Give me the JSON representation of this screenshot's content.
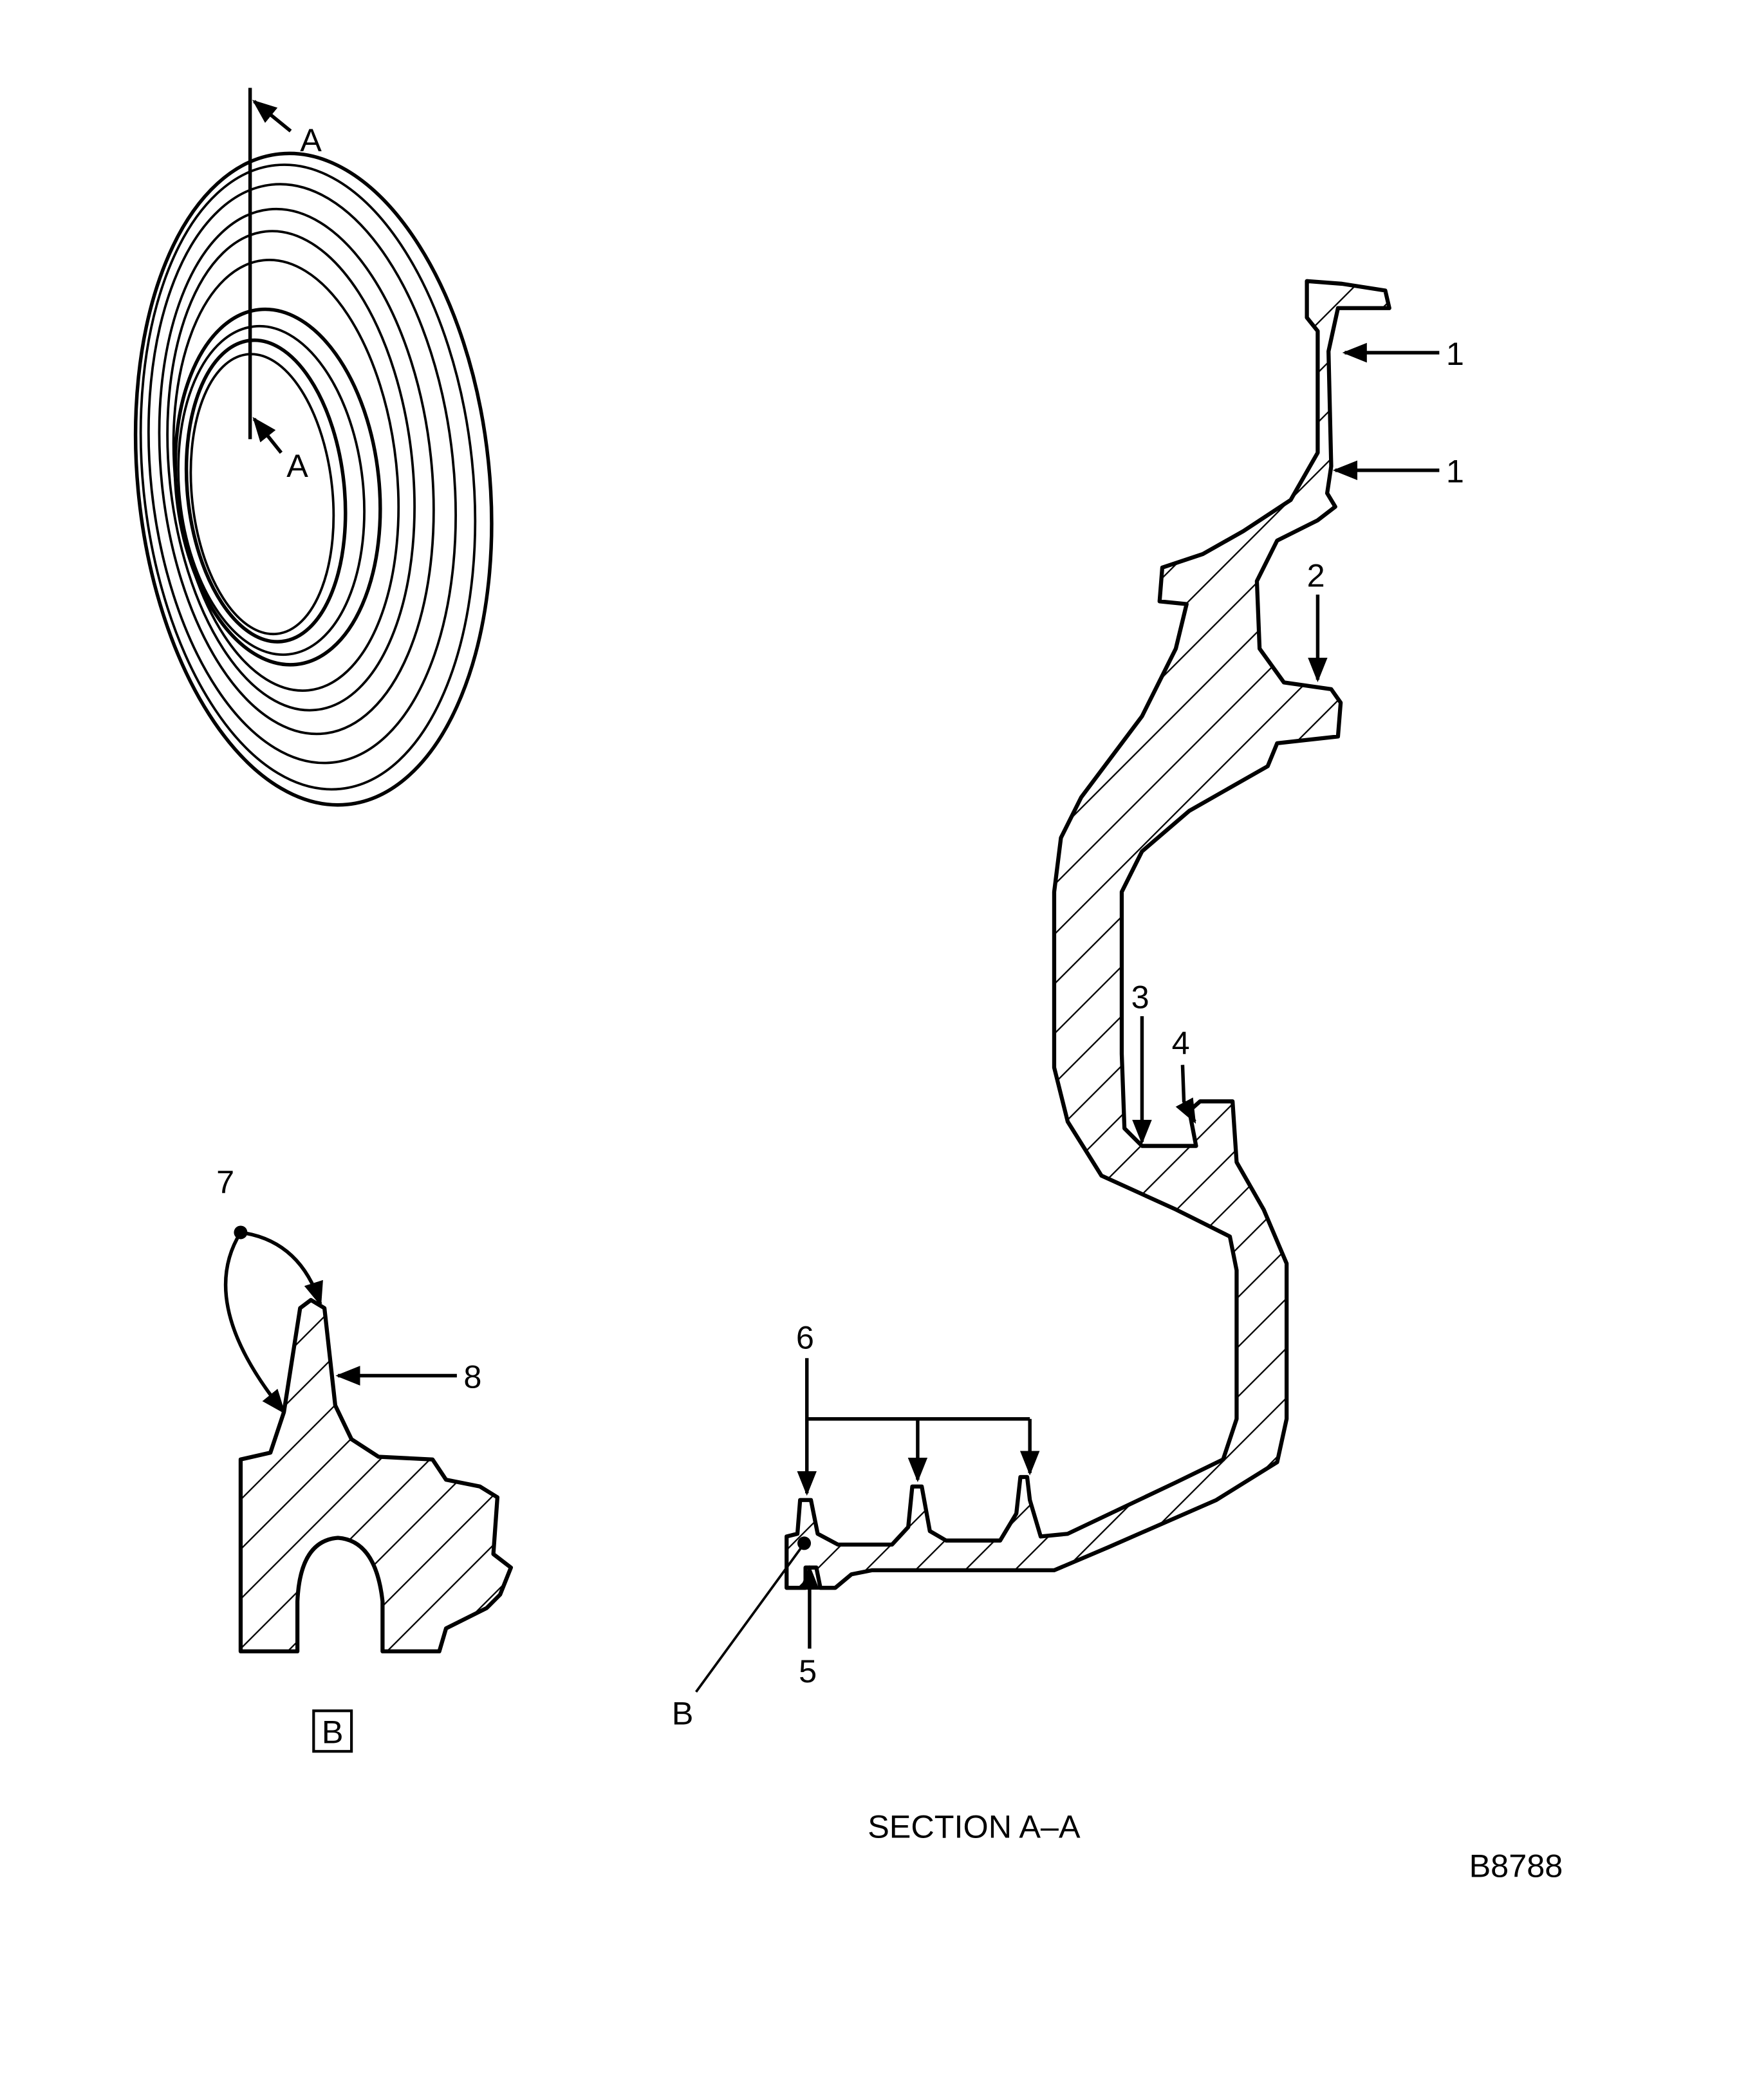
{
  "figure": {
    "id_code": "B8788",
    "section_title": "SECTION A–A",
    "section_marker": "A",
    "detail_label": "B",
    "detail_box_label": "B",
    "callouts": {
      "c1a": "1",
      "c1b": "1",
      "c2": "2",
      "c3": "3",
      "c4": "4",
      "c5": "5",
      "c6": "6",
      "c7": "7",
      "c8": "8"
    }
  },
  "colors": {
    "ink": "#000000",
    "paper": "#ffffff"
  }
}
